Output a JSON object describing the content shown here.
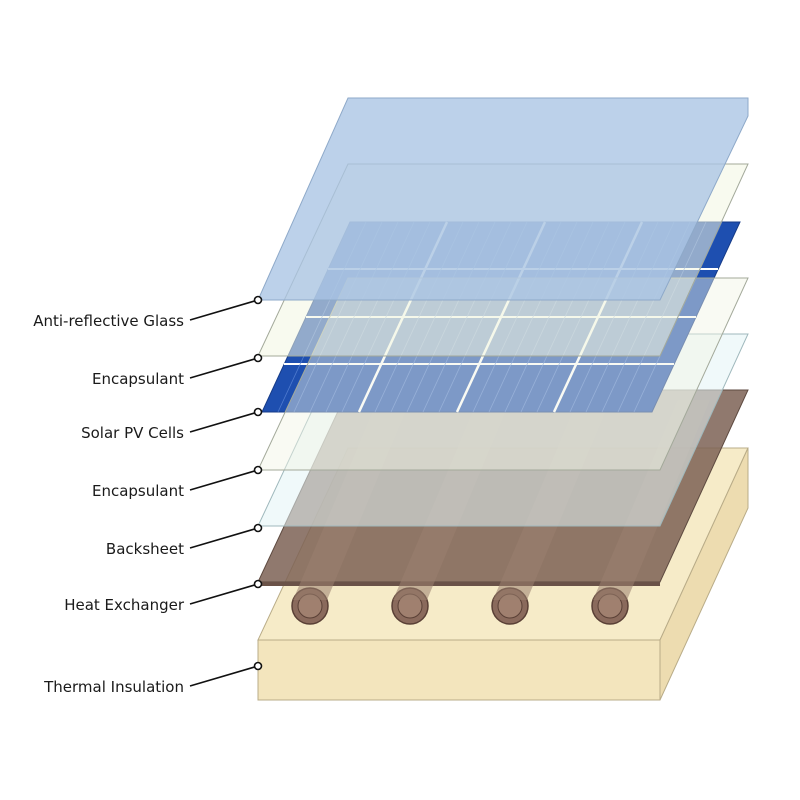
{
  "layers": [
    {
      "name": "Anti-reflective Glass",
      "color": "#a9c4e4"
    },
    {
      "name": "Encapsulant",
      "color": "#f2f5e4"
    },
    {
      "name": "Solar PV Cells",
      "color": "#1e4fb0"
    },
    {
      "name": "Encapsulant",
      "color": "#e4f4f6"
    },
    {
      "name": "Backsheet",
      "color": "#7d6255"
    },
    {
      "name": "Heat Exchanger",
      "color": "#9a7f70"
    },
    {
      "name": "Thermal Insulation",
      "color": "#f6ebc8"
    }
  ]
}
